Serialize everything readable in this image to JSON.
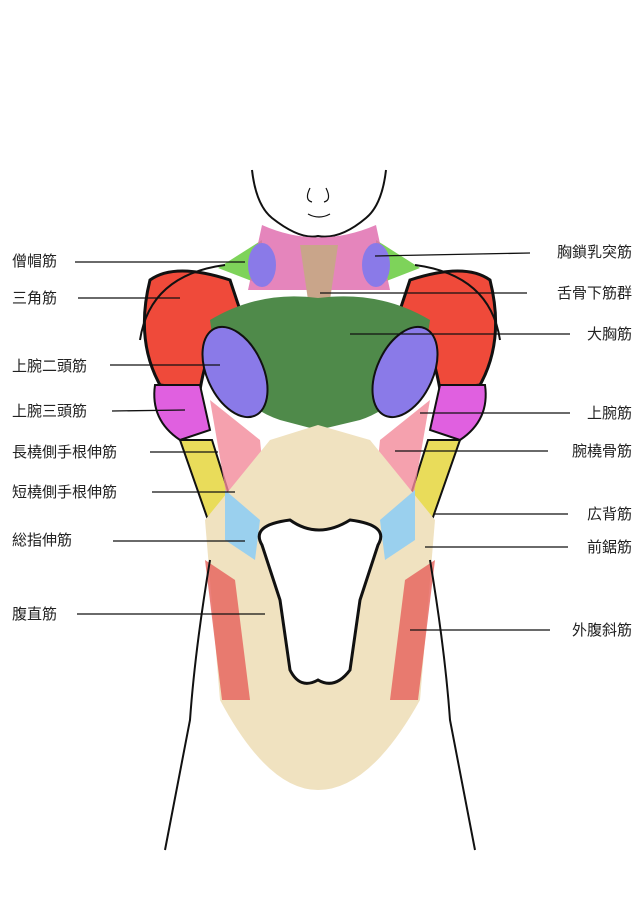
{
  "labels_left": [
    "僧帽筋",
    "三角筋",
    "上腕二頭筋",
    "上腕三頭筋",
    "長橈側手根伸筋",
    "短橈側手根伸筋",
    "総指伸筋",
    "腹直筋"
  ],
  "labels_right": [
    "胸鎖乳突筋",
    "舌骨下筋群",
    "大胸筋",
    "上腕筋",
    "腕橈骨筋",
    "広背筋",
    "前鋸筋",
    "外腹斜筋"
  ],
  "colors": {
    "deltoid": "#ef4a3a",
    "pectoral": "#4f8a4a",
    "biceps": "#8a7ae8",
    "triceps": "#e060e0",
    "forearm": "#e9dc5a",
    "abdomen": "#f0e2c0",
    "oblique": "#e6605a",
    "neck": "#e070b0",
    "trapezius": "#7ed35a",
    "serratus": "#9ad0ee"
  }
}
